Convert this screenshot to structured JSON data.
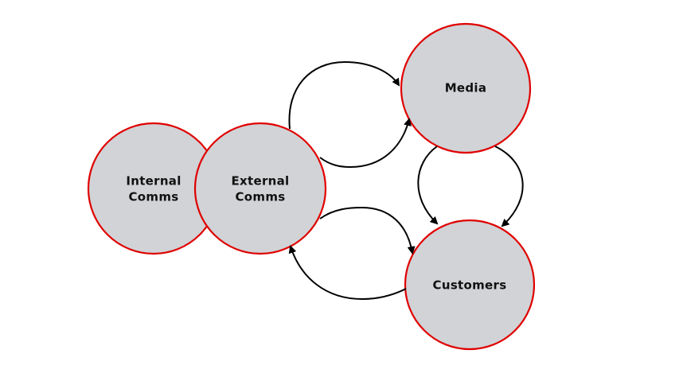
{
  "colors": {
    "node_fill": "#d1d3d6",
    "node_stroke": "#e00000",
    "arrow": "#000000",
    "text": "#111111"
  },
  "nodes": {
    "internal_comms": {
      "line1": "Internal",
      "line2": "Comms"
    },
    "external_comms": {
      "line1": "External",
      "line2": "Comms"
    },
    "media": {
      "label": "Media"
    },
    "customers": {
      "label": "Customers"
    }
  }
}
